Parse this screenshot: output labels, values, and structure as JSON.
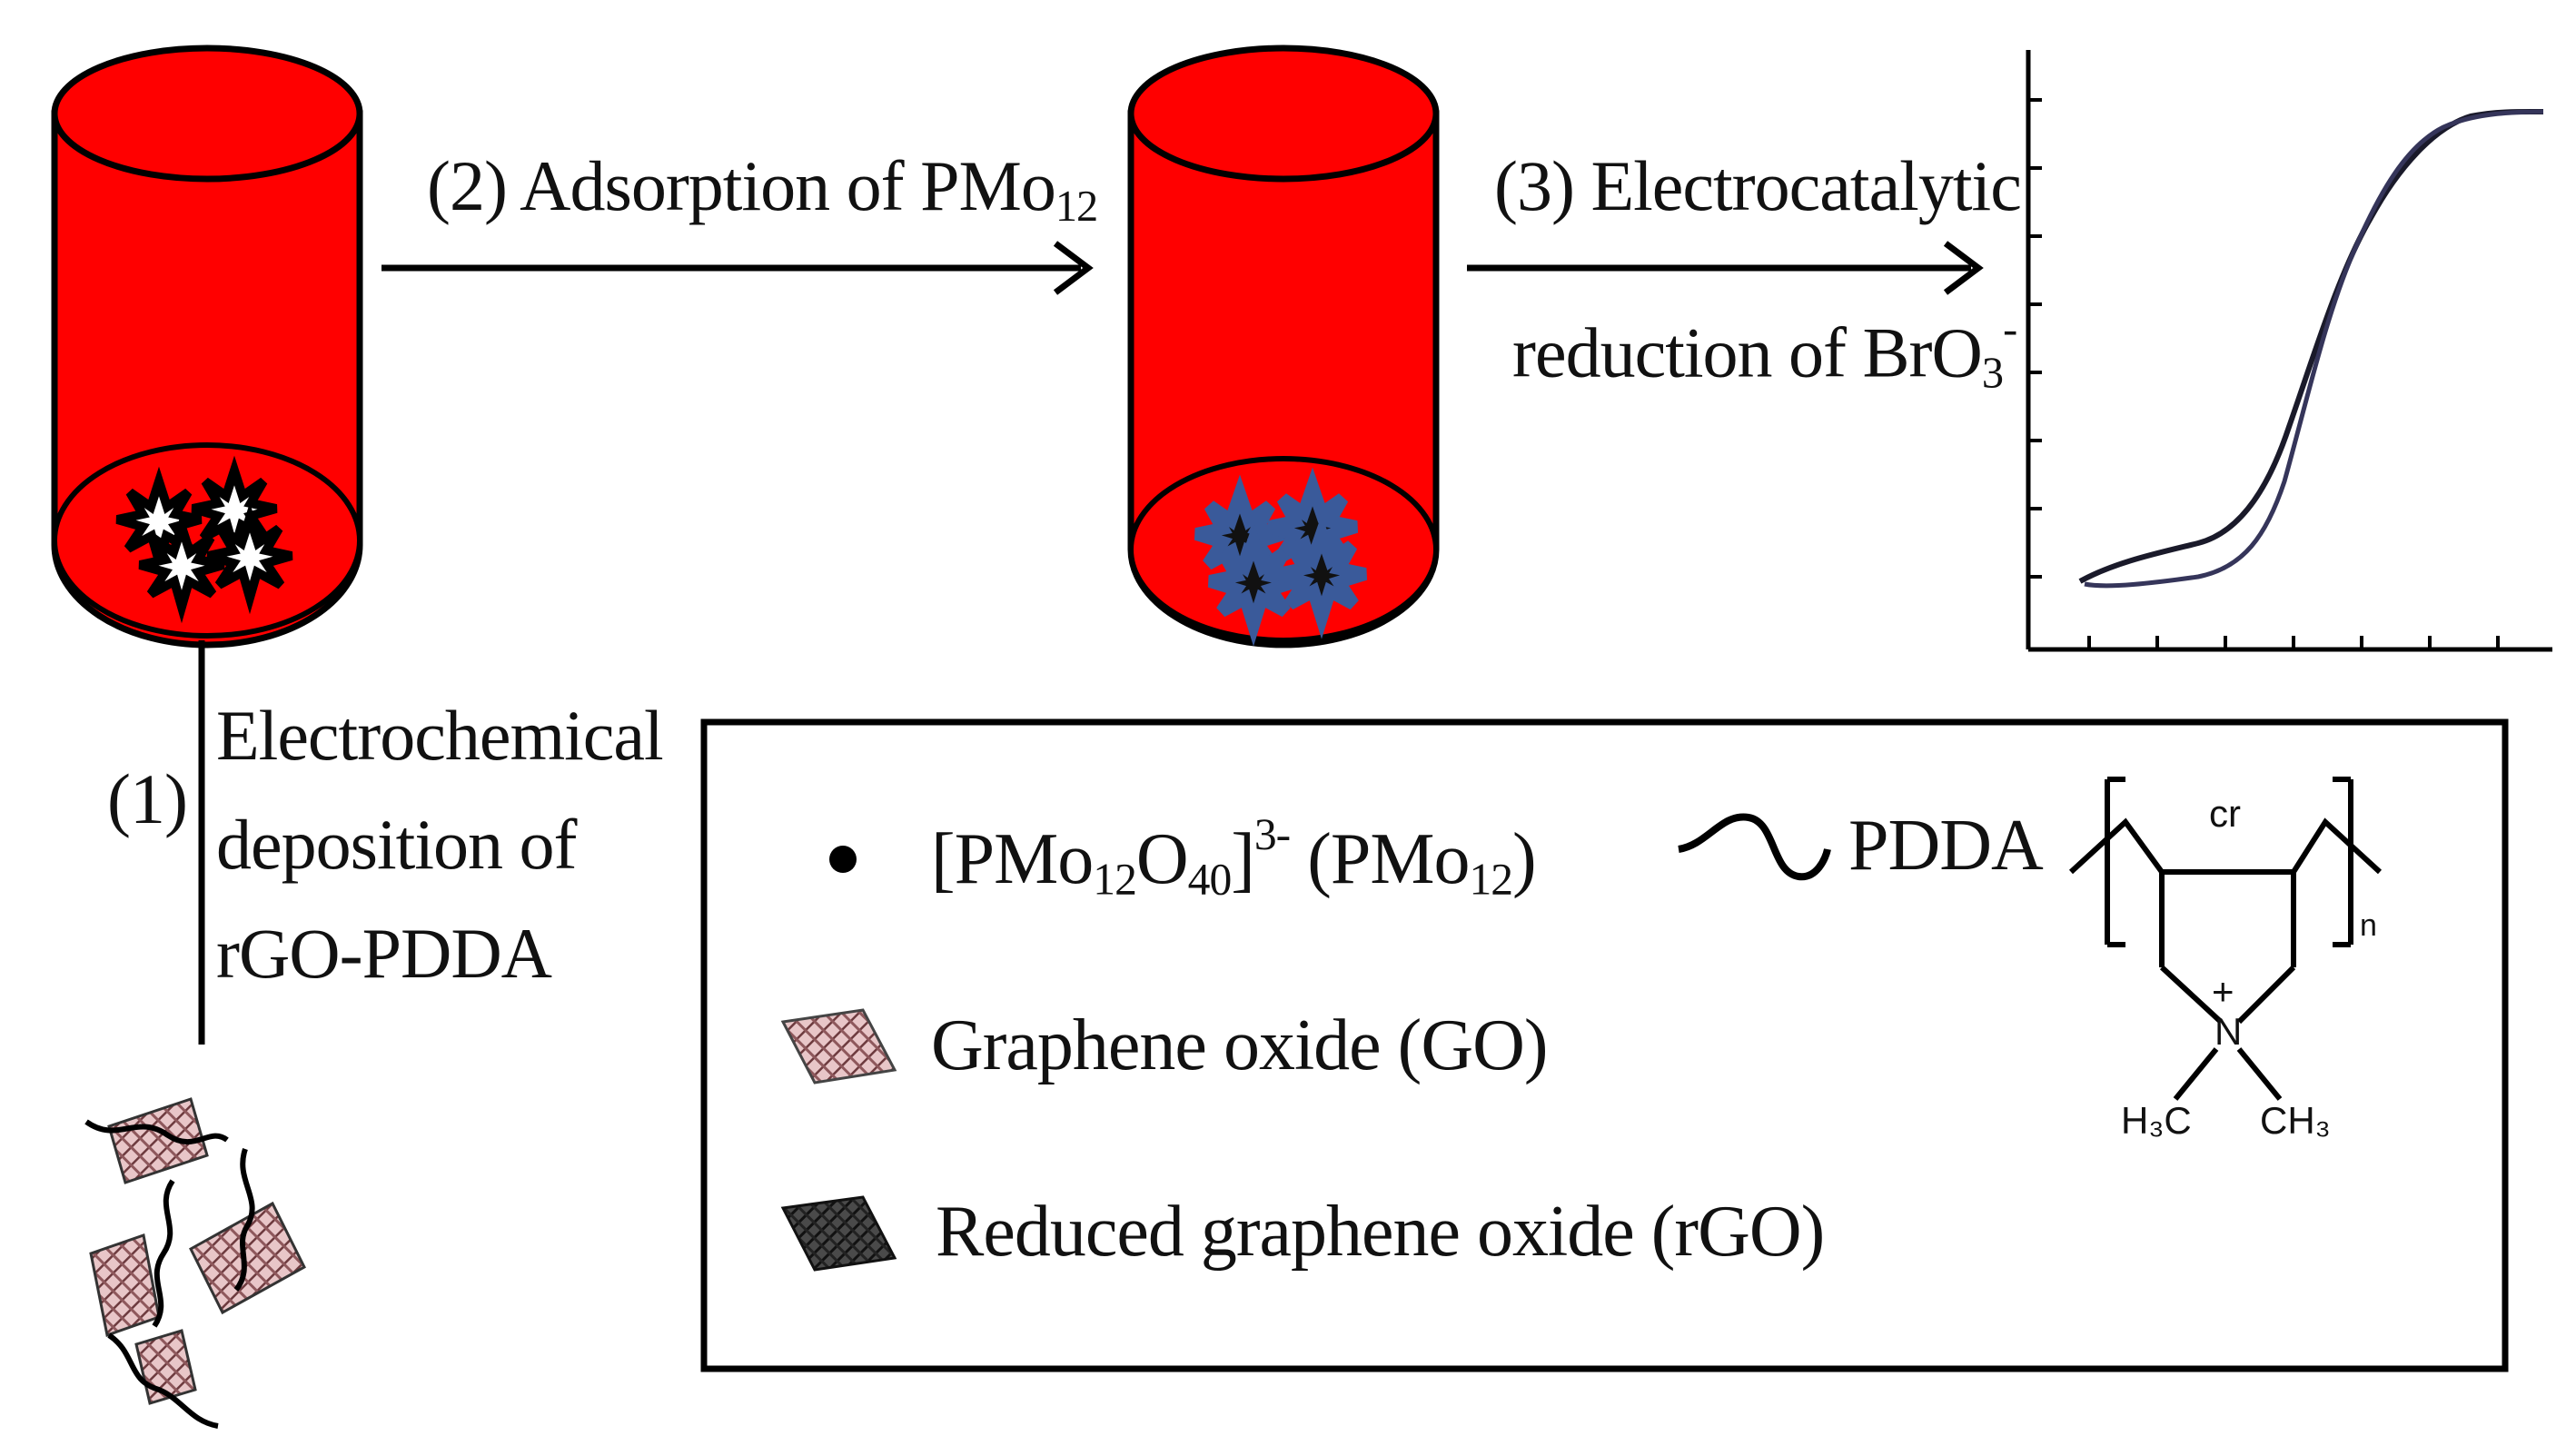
{
  "colors": {
    "electrode_red": "#ff0000",
    "pmo12_blue": "#3a5a9a",
    "outline": "#000000",
    "sheet_pink": "#c8969a"
  },
  "icons": {
    "pmo12": "black-dot-icon",
    "graphene_oxide": "graphene-oxide-sheet-icon",
    "reduced_graphene_oxide": "rgo-sheet-icon",
    "pdda": "wavy-line-icon"
  },
  "steps": {
    "step1": {
      "number": "(1)",
      "line1": "Electrochemical",
      "line2": "deposition of",
      "line3": "rGO-PDDA"
    },
    "step2": {
      "text": "(2)  Adsorption of PMo",
      "sub": "12"
    },
    "step3": {
      "line1": "(3) Electrocatalytic",
      "line2_text": "reduction of BrO",
      "line2_sub": "3",
      "line2_sup": "-"
    }
  },
  "legend": {
    "pmo12": {
      "p1": "[PMo",
      "sub1": "12",
      "p2": "O",
      "sub2": "40",
      "p3": "]",
      "sup": "3-",
      "p4": " (PMo",
      "sub3": "12",
      "p5": ")"
    },
    "graphene_oxide": "Graphene oxide (GO)",
    "rgo": "Reduced graphene oxide (rGO)",
    "pdda": "PDDA"
  },
  "structure": {
    "anion": "cr",
    "subscript_n": "n",
    "charge": "+",
    "nitrogen": "N",
    "methyl_left": "H₃C",
    "methyl_right": "CH₃"
  }
}
